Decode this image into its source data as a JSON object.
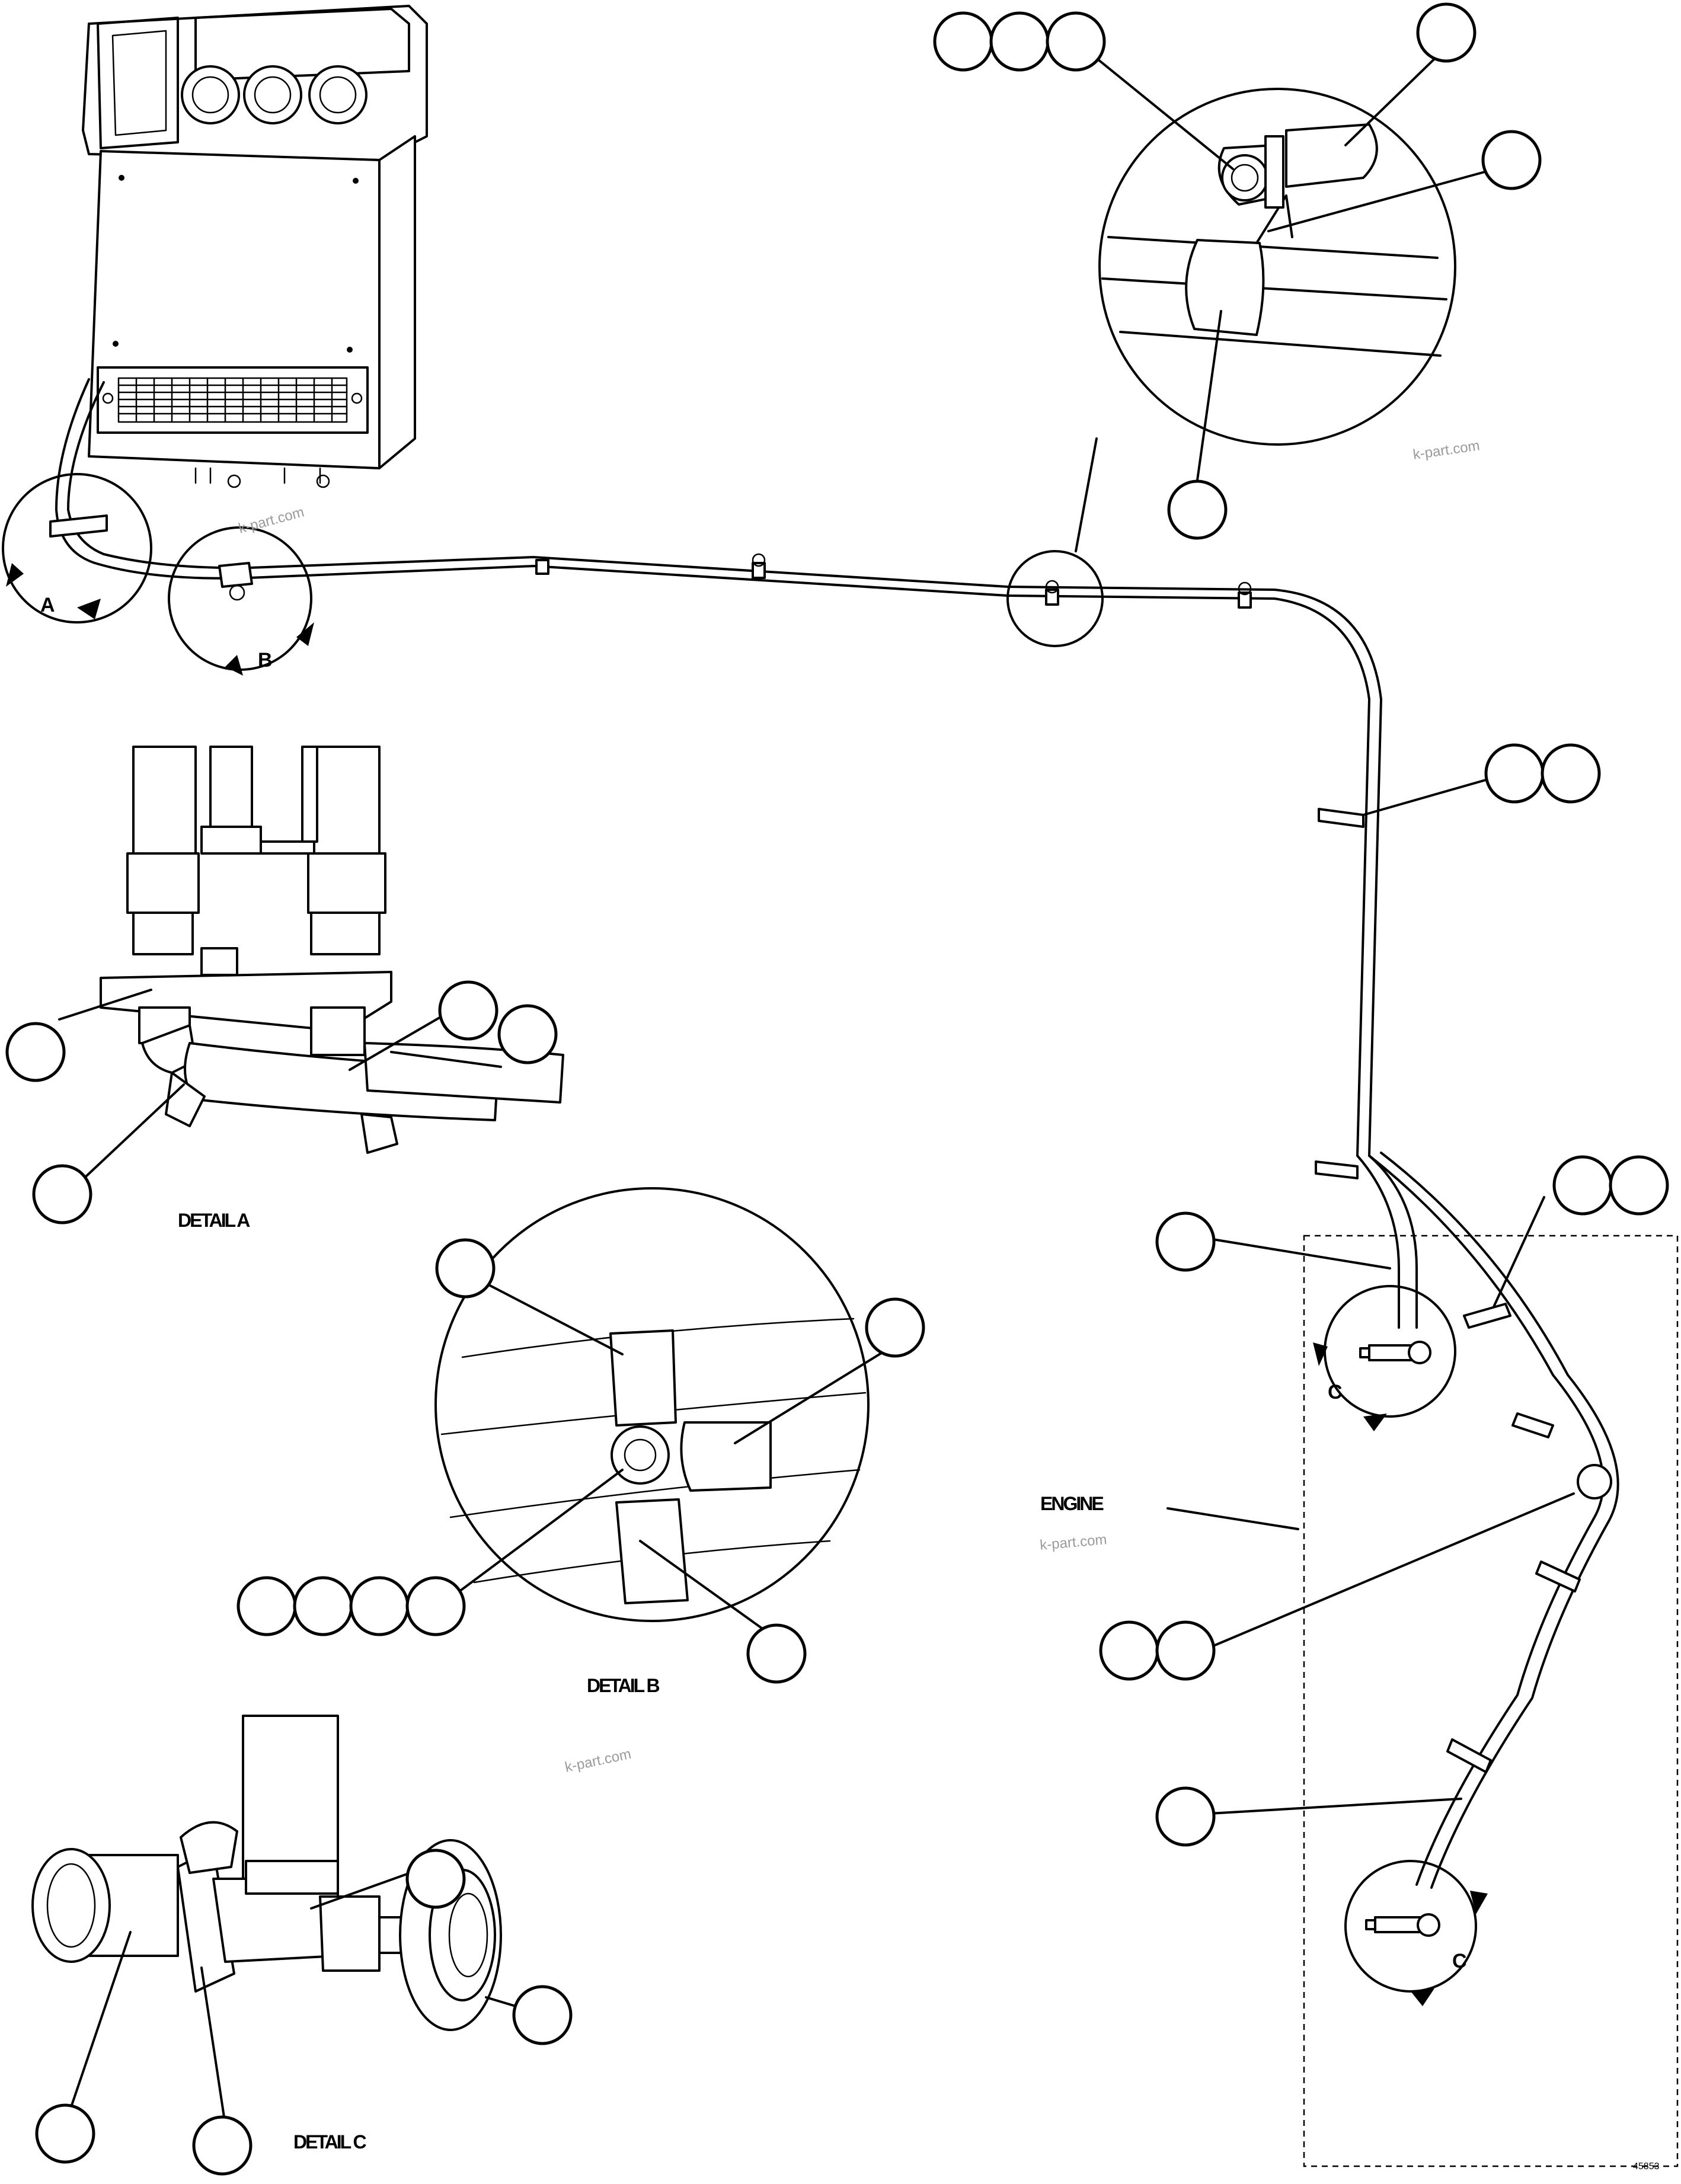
{
  "labels": {
    "view_a": "A",
    "view_b": "B",
    "view_c_upper": "C",
    "view_c_lower": "C",
    "engine": "ENGINE",
    "detail_a": "DETAIL A",
    "detail_b": "DETAIL B",
    "detail_c": "DETAIL C",
    "figure_number": "45853"
  },
  "watermarks": [
    "k-part.com",
    "k-part.com",
    "k-part.com",
    "k-part.com"
  ],
  "colors": {
    "line": "#000000",
    "background": "#ffffff",
    "watermark": "#9a9a9a"
  }
}
